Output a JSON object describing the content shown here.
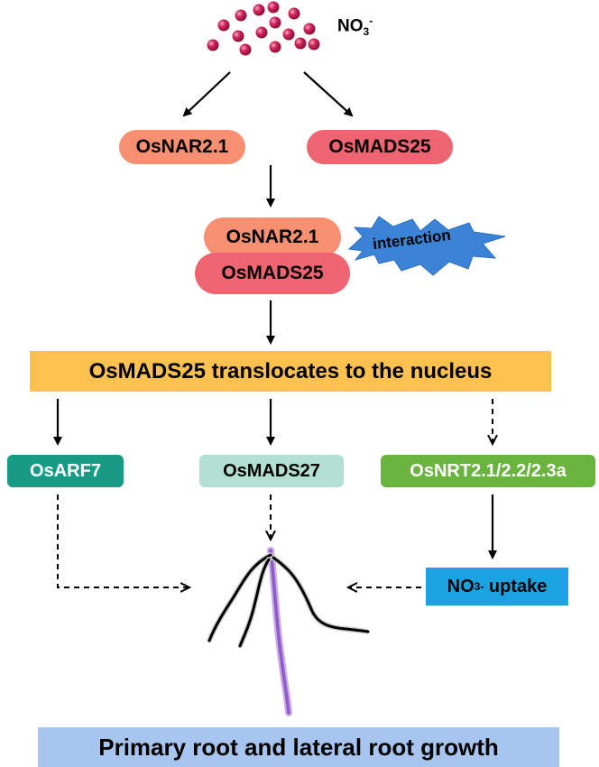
{
  "nitrate": {
    "base": "NO",
    "sub": "3",
    "sup": "-"
  },
  "proteins": {
    "narA": "OsNAR2.1",
    "madsA": "OsMADS25",
    "narB": "OsNAR2.1",
    "madsB": "OsMADS25"
  },
  "interaction_label": "interaction",
  "translocation_banner": "OsMADS25 translocates to the nucleus",
  "targets": {
    "arf": "OsARF7",
    "mads27": "OsMADS27",
    "nrt": "OsNRT2.1/2.2/2.3a"
  },
  "uptake": {
    "base": "NO",
    "sub": "3",
    "sup": "-",
    "rest": " uptake"
  },
  "outcome_banner": "Primary root and lateral root growth",
  "colors": {
    "nar": "#f79071",
    "mads25": "#ef6471",
    "banner_orange": "#fdc150",
    "arf": "#179b84",
    "mads27": "#b3e0d2",
    "nrt": "#6bb33f",
    "uptake": "#1aa3e0",
    "outcome": "#a7c5ee",
    "star": "#3a83d6",
    "nitrate_dot": "#d2245a",
    "root_main": "#b38ad9"
  }
}
